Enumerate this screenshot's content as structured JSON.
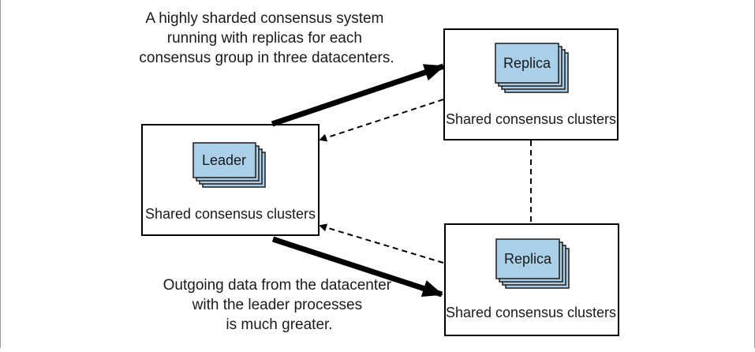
{
  "captions": {
    "top": [
      "A highly sharded consensus system",
      "running with replicas for each",
      "consensus group in three datacenters."
    ],
    "bottom": [
      "Outgoing data from the datacenter",
      "with the leader processes",
      "is much greater."
    ]
  },
  "boxes": {
    "leader": {
      "card_label": "Leader",
      "caption": "Shared consensus clusters"
    },
    "replica_top": {
      "card_label": "Replica",
      "caption": "Shared consensus clusters"
    },
    "replica_bottom": {
      "card_label": "Replica",
      "caption": "Shared consensus clusters"
    }
  },
  "colors": {
    "card_fill": "#a9cfe9",
    "card_shadow": "#7896b0",
    "stroke": "#000000",
    "frame": "#9a9a9a"
  }
}
